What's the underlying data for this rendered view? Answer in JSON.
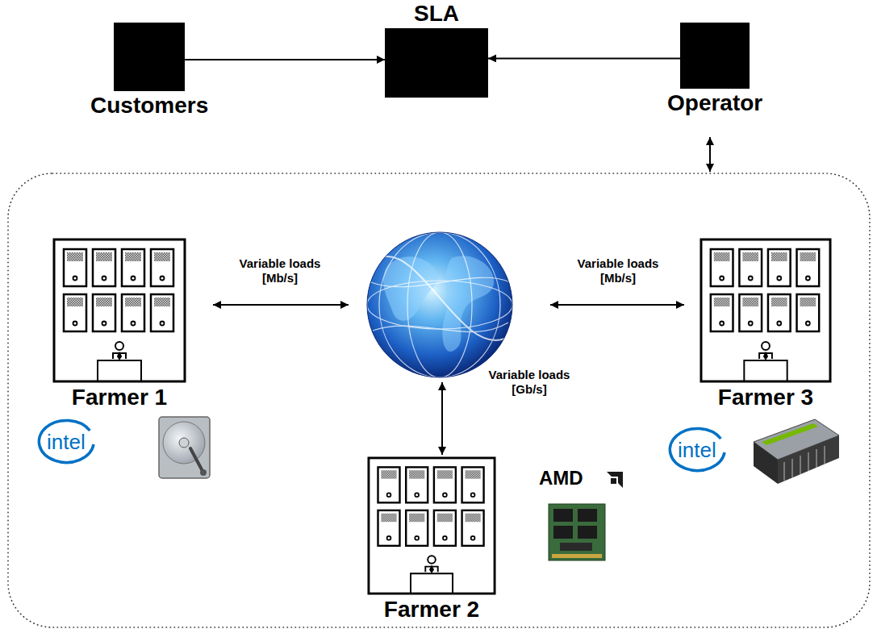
{
  "diagram": {
    "nodes": [
      {
        "text": [
          "Customers"
        ]
      },
      {
        "text": [
          "SLA"
        ]
      },
      {
        "text": [
          "Operator"
        ]
      },
      {
        "text": [
          "Farmer 1"
        ]
      },
      {
        "text": [
          "Farmer 2"
        ]
      },
      {
        "text": [
          "Farmer 3"
        ]
      }
    ],
    "edges": [
      {
        "from": 0,
        "to": 1,
        "arrow": "to"
      },
      {
        "from": 2,
        "to": 1,
        "arrow": "to"
      }
    ],
    "labels": [
      "Variable loads [Mb/s]",
      "Variable loads [Mb/s]",
      "Variable loads [Gb/s]",
      "intel",
      "AMD",
      "intel"
    ]
  }
}
